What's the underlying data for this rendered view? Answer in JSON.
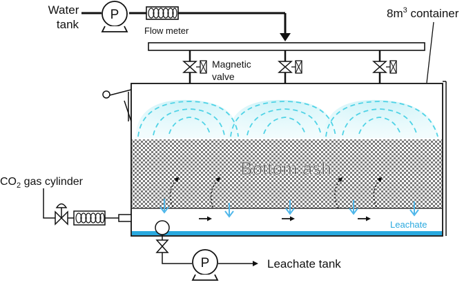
{
  "labels": {
    "water_tank_line1": "Water",
    "water_tank_line2": "tank",
    "flow_meter": "Flow meter",
    "container_prefix": "8m",
    "container_sup": "3",
    "container_suffix": " container",
    "magnetic_valve_line1": "Magnetic",
    "magnetic_valve_line2": "valve",
    "bottom_ash": "Bottom ash",
    "co2_prefix": "CO",
    "co2_sub": "2",
    "co2_suffix": " gas cylinder",
    "leachate": "Leachate",
    "leachate_tank": "Leachate tank",
    "pump_symbol": "P"
  },
  "colors": {
    "spray": "#4fd3e6",
    "leachate_water": "#29a9df",
    "flow_arrow": "#6cc6ee",
    "outline": "#111111"
  }
}
